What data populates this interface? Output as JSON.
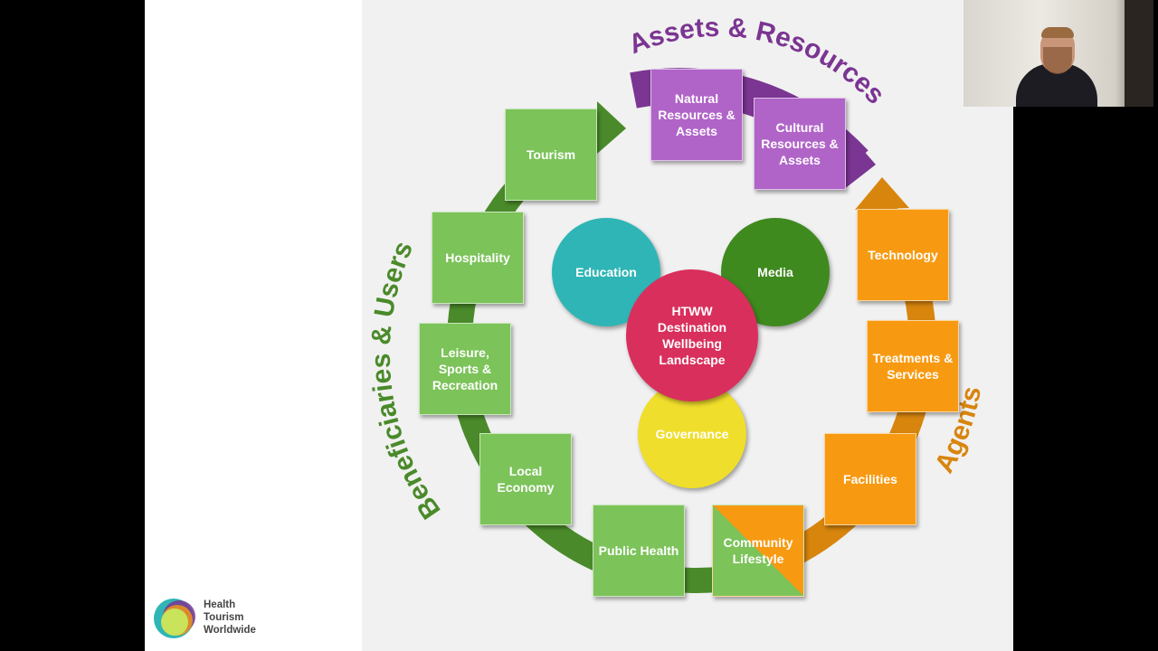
{
  "arcs": {
    "assets": {
      "label": "Assets & Resources",
      "color": "#7b3592"
    },
    "beneficiaries": {
      "label": "Beneficiaries & Users",
      "color": "#4a8a2a"
    },
    "agents": {
      "label": "Agents",
      "color": "#d8850e"
    }
  },
  "boxes": {
    "natural": "Natural Resources & Assets",
    "cultural": "Cultural Resources & Assets",
    "technology": "Technology",
    "treatments": "Treatments & Services",
    "facilities": "Facilities",
    "community": "Community Lifestyle",
    "public_health": "Public Health",
    "local_economy": "Local Economy",
    "leisure": "Leisure, Sports & Recreation",
    "hospitality": "Hospitality",
    "tourism": "Tourism"
  },
  "circles": {
    "education": "Education",
    "media": "Media",
    "center": "HTWW Destination Wellbeing Landscape",
    "governance": "Governance"
  },
  "logo": {
    "line1": "Health",
    "line2": "Tourism",
    "line3": "Worldwide"
  },
  "colors": {
    "green": "#7cc35a",
    "dark_green": "#4a8a2a",
    "purple": "#b064c8",
    "orange": "#f79a12",
    "teal": "#2fb5b5",
    "media_green": "#3f8a1f",
    "center_red": "#d92f5c",
    "governance_yellow": "#f0de2c"
  }
}
